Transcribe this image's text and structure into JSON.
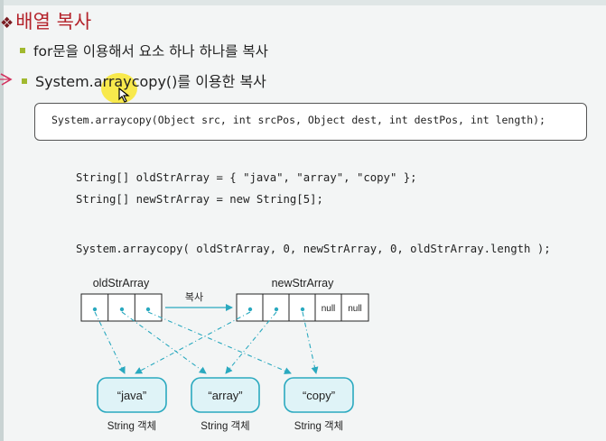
{
  "slide": {
    "title_icon": "diamonds-bullet-icon",
    "title": "배열 복사",
    "bullets": [
      "for문을 이용해서 요소 하나 하나를 복사",
      "System.arraycopy()를 이용한 복사"
    ],
    "signature": "System.arraycopy(Object src, int srcPos, Object dest, int destPos, int length);",
    "code_lines": [
      "String[] oldStrArray = { \"java\", \"array\", \"copy\" };",
      "String[] newStrArray = new String[5];",
      "System.arraycopy( oldStrArray, 0, newStrArray, 0, oldStrArray.length );"
    ]
  },
  "diagram": {
    "old_label": "oldStrArray",
    "new_label": "newStrArray",
    "copy_label": "복사",
    "null_cell": "null",
    "objects": [
      "“java”",
      "“array”",
      "“copy”"
    ],
    "object_caption": "String 객체",
    "colors": {
      "arrow": "#2aa9bf",
      "object_fill": "#dff3f7",
      "object_stroke": "#2aa9bf"
    }
  }
}
